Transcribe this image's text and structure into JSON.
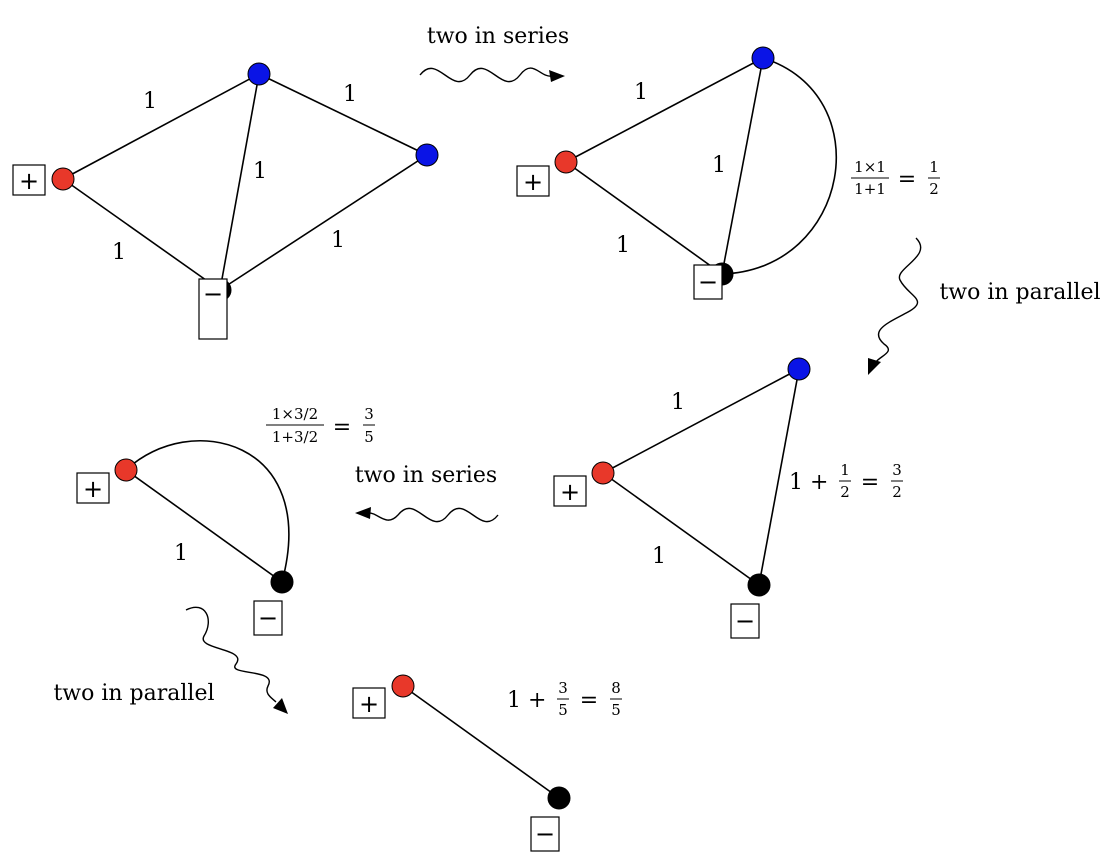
{
  "colors": {
    "positive": "#e8382a",
    "negative": "#000000",
    "internal": "#0a14e6",
    "line": "#000000"
  },
  "terminals": {
    "positive": "+",
    "negative": "−"
  },
  "steps": {
    "series1": "two in series",
    "parallel1": "two in parallel",
    "series2": "two in series",
    "parallel2": "two in parallel"
  },
  "graph1": {
    "resistances": [
      "1",
      "1",
      "1",
      "1",
      "1"
    ]
  },
  "graph2": {
    "resistances": [
      "1",
      "1",
      "1"
    ],
    "combined": {
      "num": "1×1",
      "den": "1+1",
      "equals": "=",
      "rnum": "1",
      "rden": "2"
    }
  },
  "graph3": {
    "resistances": [
      "1",
      "1"
    ],
    "combined": {
      "lhs": "1 +",
      "num": "1",
      "den": "2",
      "equals": "=",
      "rnum": "3",
      "rden": "2"
    }
  },
  "graph4": {
    "resistances": [
      "1"
    ],
    "combined": {
      "num": "1×3/2",
      "den": "1+3/2",
      "equals": "=",
      "rnum": "3",
      "rden": "5"
    }
  },
  "graph5": {
    "combined": {
      "lhs": "1 +",
      "num": "3",
      "den": "5",
      "equals": "=",
      "rnum": "8",
      "rden": "5"
    }
  }
}
